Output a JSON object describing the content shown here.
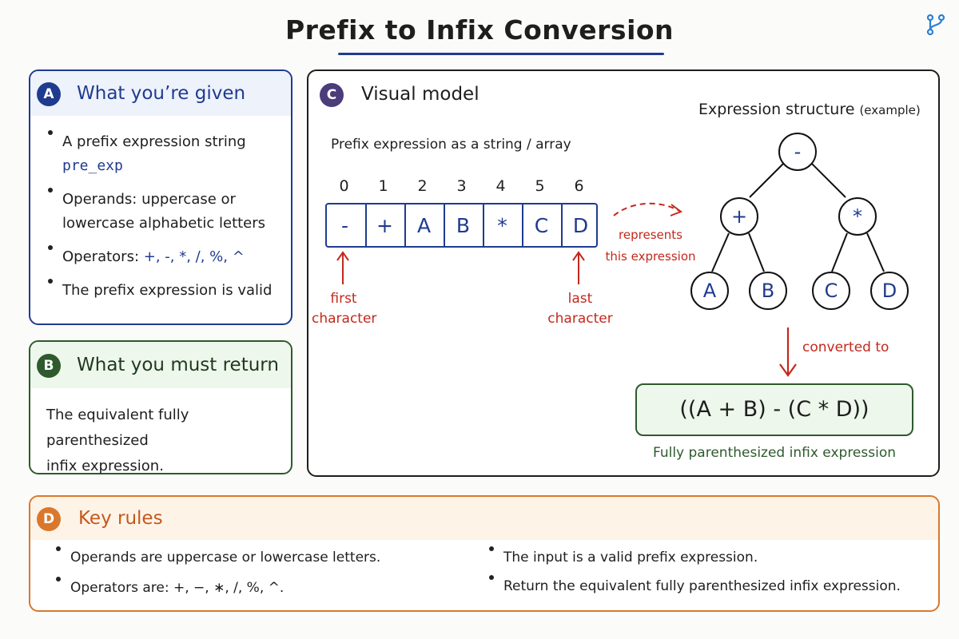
{
  "title": "Prefix to Infix Conversion",
  "colors": {
    "blue": "#1f3b8f",
    "green": "#2e5a2e",
    "purple": "#4b3c7a",
    "orange": "#d9782c",
    "red": "#c4281c"
  },
  "panel_a": {
    "badge": "A",
    "title": "What you’re given",
    "items": {
      "0": {
        "text": "A prefix expression string",
        "code": "pre_exp"
      },
      "1": {
        "line1": "Operands: uppercase or",
        "line2": "lowercase alphabetic letters"
      },
      "2": {
        "label": "Operators:",
        "ops": "+, -, *, /, %, ^"
      },
      "3": {
        "text": "The prefix expression is valid"
      }
    }
  },
  "panel_b": {
    "badge": "B",
    "title": "What you must return",
    "line1": "The equivalent fully parenthesized",
    "line2": "infix expression."
  },
  "panel_c": {
    "badge": "C",
    "title": "Visual model",
    "array_label": "Prefix expression as a string / array",
    "indices": [
      "0",
      "1",
      "2",
      "3",
      "4",
      "5",
      "6"
    ],
    "cells": [
      "-",
      "+",
      "A",
      "B",
      "*",
      "C",
      "D"
    ],
    "first_label": {
      "line1": "first",
      "line2": "character"
    },
    "last_label": {
      "line1": "last",
      "line2": "character"
    },
    "represents": {
      "line1": "represents",
      "line2": "this expression"
    },
    "tree_title": "Expression structure",
    "tree_title_note": "(example)",
    "tree": {
      "root": "-",
      "left": "+",
      "right": "*",
      "leaves": [
        "A",
        "B",
        "C",
        "D"
      ]
    },
    "converted_label": "converted to",
    "result": "((A + B) - (C * D))",
    "result_caption": "Fully parenthesized infix expression"
  },
  "panel_d": {
    "badge": "D",
    "title": "Key rules",
    "left": {
      "0": "Operands are uppercase or lowercase letters.",
      "1": "Operators are: +, −, ∗, /, %, ^."
    },
    "right": {
      "0": "The input is a valid prefix expression.",
      "1": "Return the equivalent fully parenthesized infix expression."
    }
  }
}
